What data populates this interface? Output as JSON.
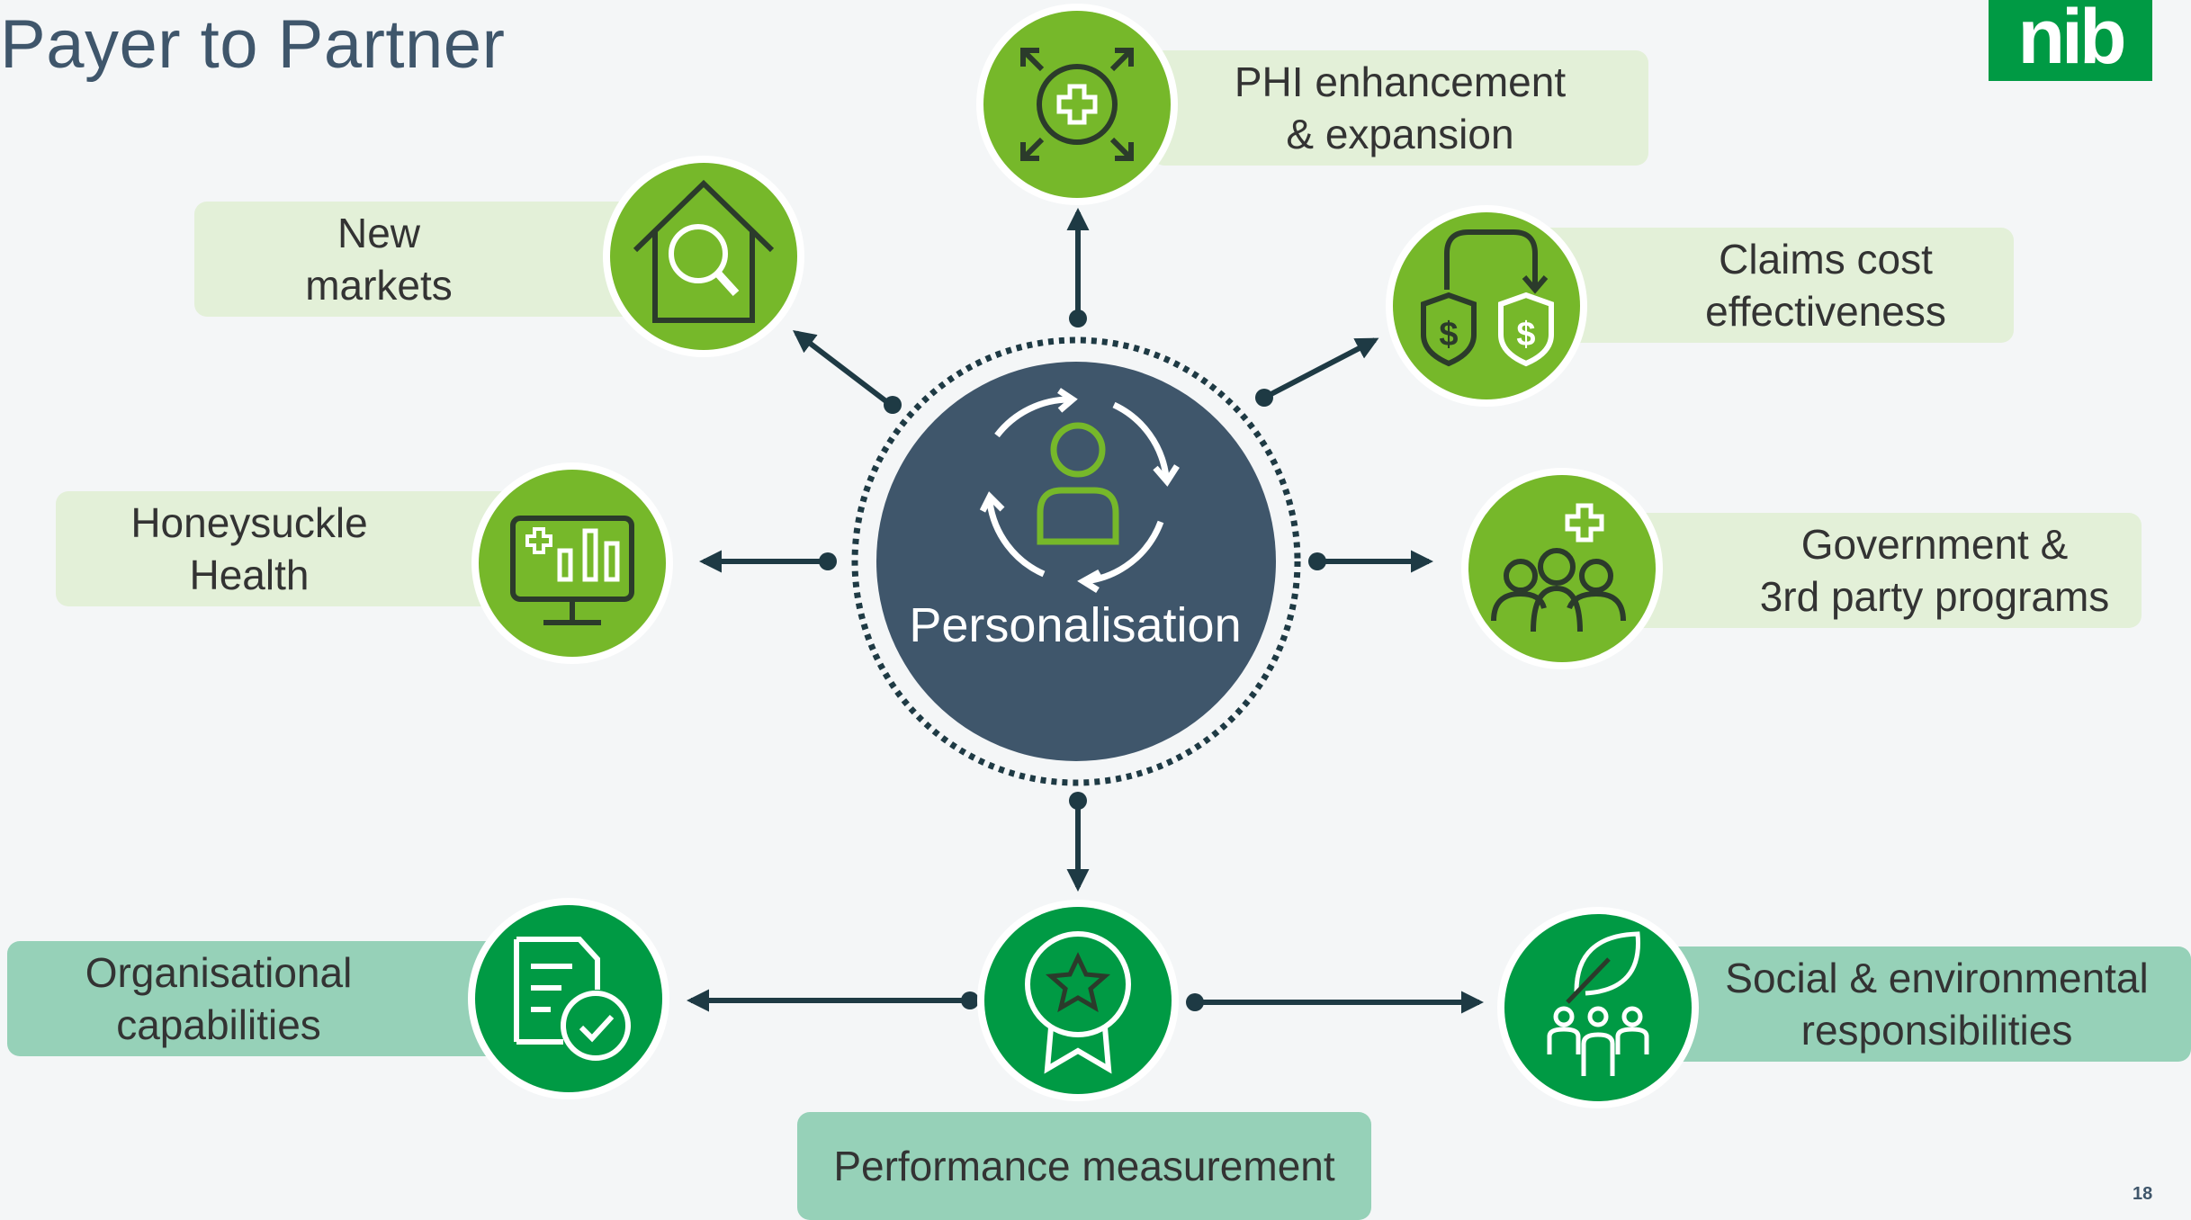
{
  "title": "Payer to Partner",
  "logo_text": "nib",
  "page_number": "18",
  "colors": {
    "hub": "#3f566b",
    "light_green": "#76b82a",
    "dark_green": "#009a44",
    "label_light": "#e3f0d8",
    "label_teal": "#96d1b8",
    "connector": "#1e3a44"
  },
  "hub": {
    "label": "Personalisation",
    "icon": "person-cycle-icon"
  },
  "nodes": [
    {
      "id": "phi",
      "label": "PHI enhancement\n& expansion",
      "icon": "health-expand-icon"
    },
    {
      "id": "new-markets",
      "label": "New\nmarkets",
      "icon": "house-search-icon"
    },
    {
      "id": "claims",
      "label": "Claims cost\neffectiveness",
      "icon": "dollar-shields-icon"
    },
    {
      "id": "honeysuckle",
      "label": "Honeysuckle\nHealth",
      "icon": "monitor-chart-icon"
    },
    {
      "id": "government",
      "label": "Government &\n3rd party programs",
      "icon": "group-plus-icon"
    },
    {
      "id": "organisational",
      "label": "Organisational\ncapabilities",
      "icon": "document-check-icon"
    },
    {
      "id": "performance",
      "label": "Performance measurement",
      "icon": "award-star-icon"
    },
    {
      "id": "social",
      "label": "Social & environmental\nresponsibilities",
      "icon": "leaf-people-icon"
    }
  ]
}
